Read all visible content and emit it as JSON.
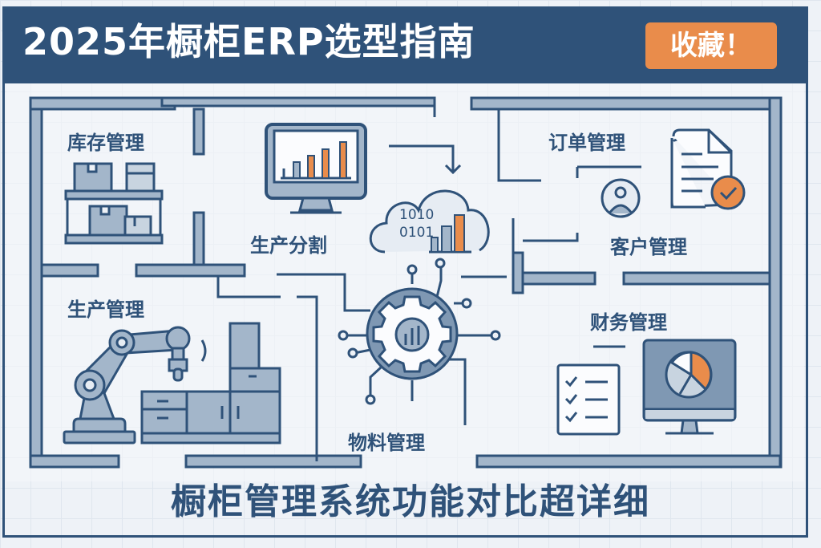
{
  "header": {
    "title": "2025年橱柜ERP选型指南",
    "badge": "收藏！"
  },
  "modules": {
    "inventory": "库存管理",
    "production_split": "生产分割",
    "order": "订单管理",
    "customer": "客户管理",
    "production": "生产管理",
    "material": "物料管理",
    "finance": "财务管理"
  },
  "cloud": {
    "line1": "1010",
    "line2": "0101"
  },
  "footer": {
    "subtitle": "橱柜管理系统功能对比超详细"
  },
  "colors": {
    "primary": "#2f5279",
    "accent": "#e98c4b",
    "wall": "#a3b6ca",
    "background": "#eef2f7"
  }
}
